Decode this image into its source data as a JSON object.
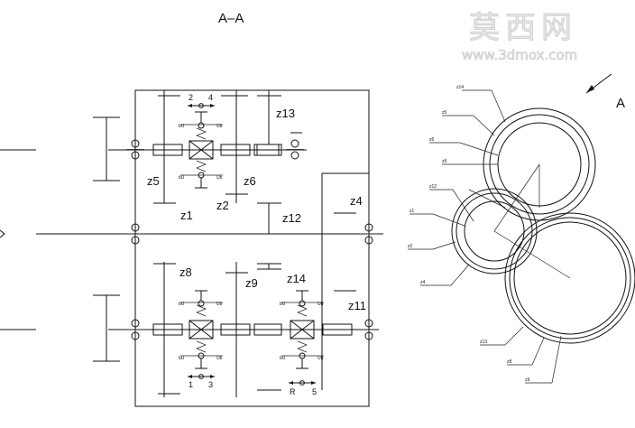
{
  "section_title": "A–A",
  "view_arrow_label": "A",
  "watermark": {
    "chinese": "莫西网",
    "url": "www.3dmox.com"
  },
  "gear_labels": {
    "z13": "z13",
    "z5": "z5",
    "z6": "z6",
    "z4": "z4",
    "z1": "z1",
    "z2": "z2",
    "z12": "z12",
    "z8": "z8",
    "z14": "z14",
    "z9": "z9",
    "z11": "z11"
  },
  "shift_labels": {
    "top_left": "2",
    "top_right": "4",
    "bottom_left": "1",
    "bottom_right": "3",
    "reverse": "R",
    "fifth": "5"
  },
  "gear_circle_labels": [
    "z14",
    "z5",
    "z6",
    "z9",
    "z12",
    "z1",
    "z2",
    "z4",
    "z13",
    "z8",
    "z9"
  ]
}
